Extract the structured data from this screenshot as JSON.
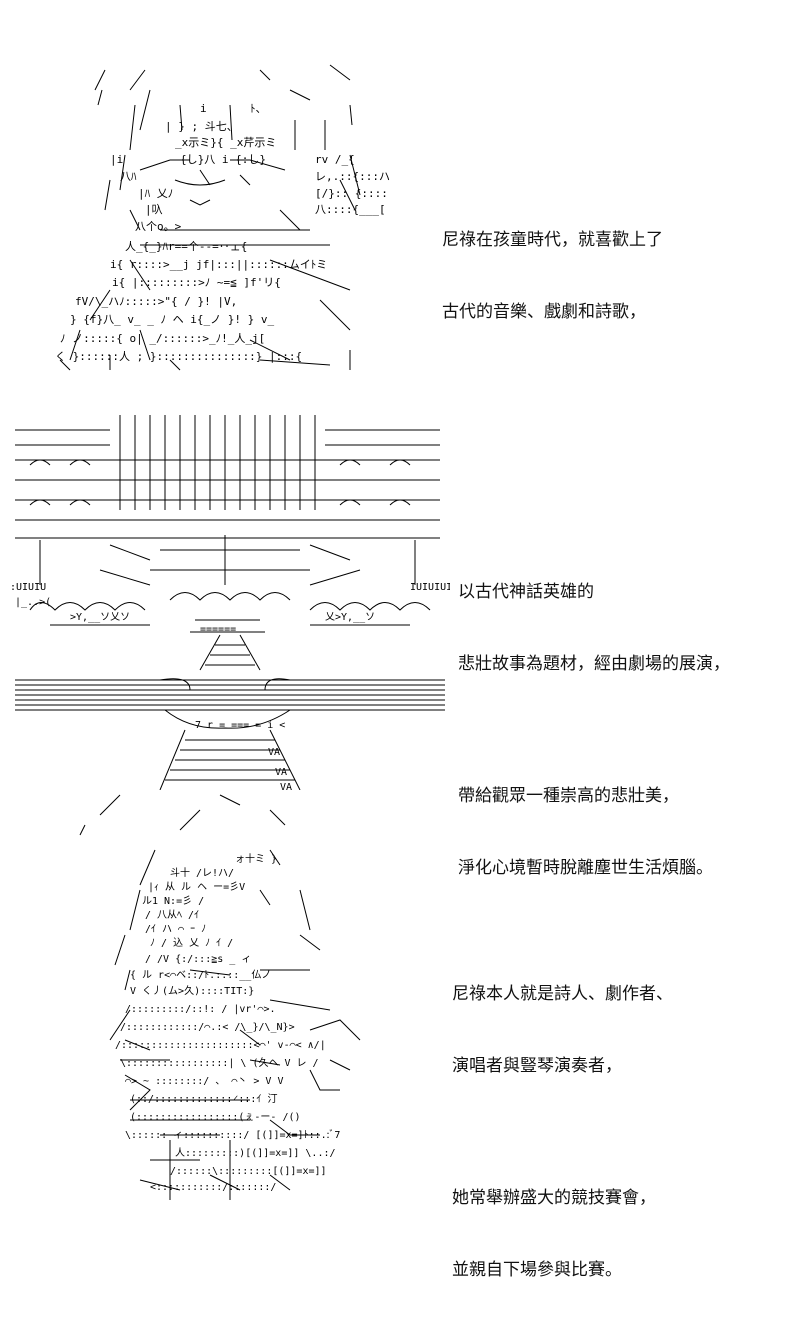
{
  "captions": {
    "panel1": [
      "尼祿在孩童時代，就喜歡上了",
      "古代的音樂、戲劇和詩歌，"
    ],
    "panel2": [
      "以古代神話英雄的",
      "悲壯故事為題材，經由劇場的展演，",
      "",
      "帶給觀眾一種崇高的悲壯美，",
      "淨化心境暫時脫離塵世生活煩腦。"
    ],
    "panel3": [
      "尼祿本人就是詩人、劇作者、",
      "演唱者與豎琴演奏者，",
      "",
      "她常舉辦盛大的競技賽會，",
      "並親自下場參與比賽。"
    ]
  }
}
